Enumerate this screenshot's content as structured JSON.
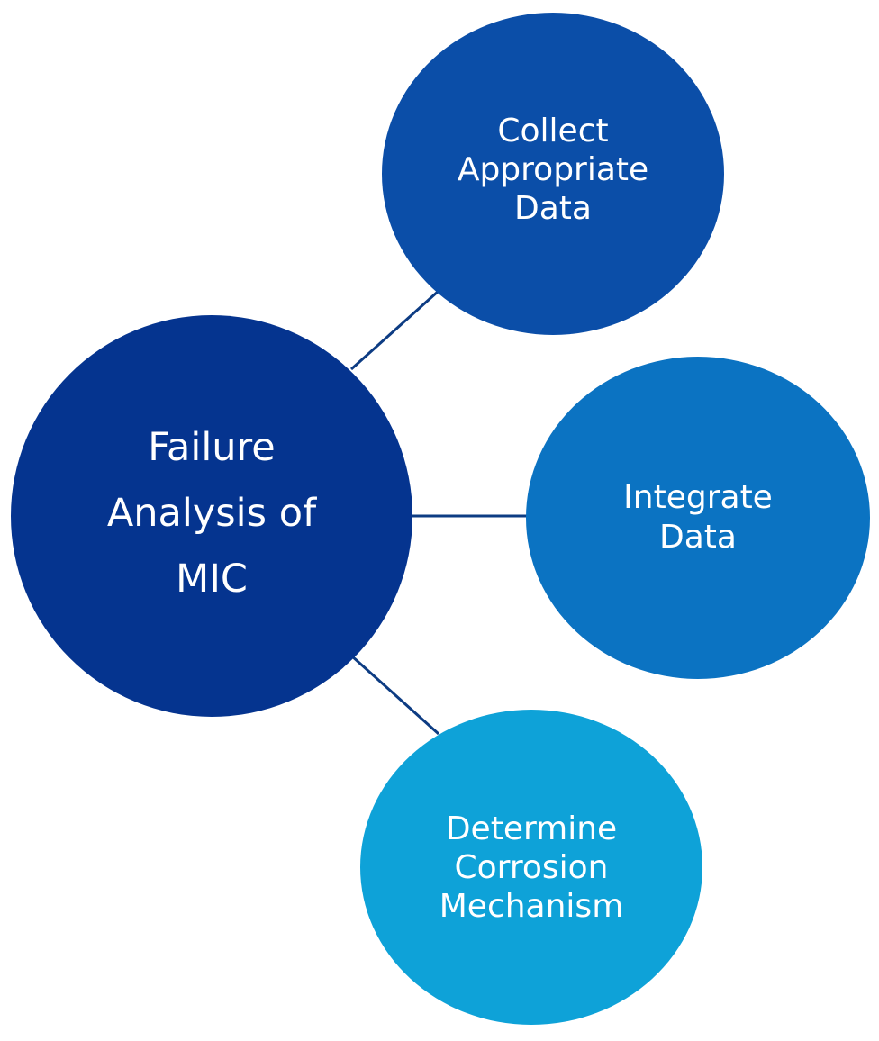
{
  "diagram": {
    "central": {
      "label": "Failure\nAnalysis of\nMIC",
      "color": "#05348f"
    },
    "nodes": [
      {
        "id": "collect",
        "label": "Collect\nAppropriate\nData",
        "color": "#0b4ea8"
      },
      {
        "id": "integrate",
        "label": "Integrate\nData",
        "color": "#0b73c2"
      },
      {
        "id": "determine",
        "label": "Determine\nCorrosion\nMechanism",
        "color": "#0ea2d8"
      }
    ],
    "connector_color": "#0d3c83"
  }
}
